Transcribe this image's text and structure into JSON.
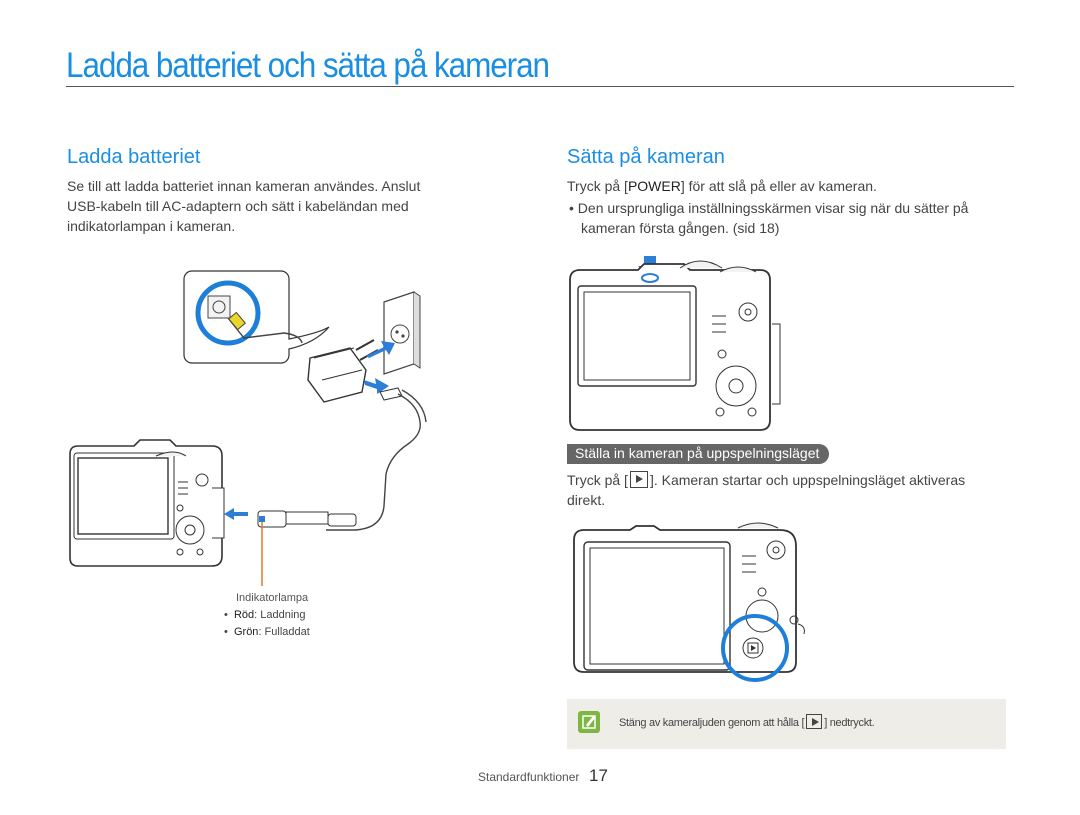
{
  "page": {
    "title": "Ladda batteriet och sätta på kameran",
    "footer_label": "Standardfunktioner",
    "page_number": "17"
  },
  "left": {
    "heading": "Ladda batteriet",
    "body_line1": "Se till att ladda batteriet innan kameran användes. Anslut",
    "body_line2": "USB-kabeln till AC-adaptern och sätt i kabeländan med",
    "body_line3": "indikatorlampan i kameran.",
    "indicator_title": "Indikatorlampa",
    "indicator_red_color": "Röd",
    "indicator_red_text": ": Laddning",
    "indicator_green_color": "Grön",
    "indicator_green_text": ": Fulladdat"
  },
  "right": {
    "heading": "Sätta på kameran",
    "power_pre": "Tryck på [",
    "power_key": "POWER",
    "power_post": "] för att slå på eller av kameran.",
    "bullet_line1": "Den ursprungliga inställningsskärmen visar sig när du sätter på",
    "bullet_line2": "kameran första gången. (sid 18)",
    "sub_heading": "Ställa in kameran på uppspelningsläget",
    "play_pre": "Tryck på [",
    "play_post": "]. Kameran startar och uppspelningsläget aktiveras",
    "play_line2": "direkt.",
    "note_pre": "Stäng av kameraljuden genom att hålla [",
    "note_post": "] nedtryckt."
  },
  "colors": {
    "accent": "#1a8ee3",
    "highlight_ring": "#1e7fd8",
    "indicator_line": "#e07b28",
    "note_bg": "#eeede8",
    "note_icon": "#7fb643"
  }
}
